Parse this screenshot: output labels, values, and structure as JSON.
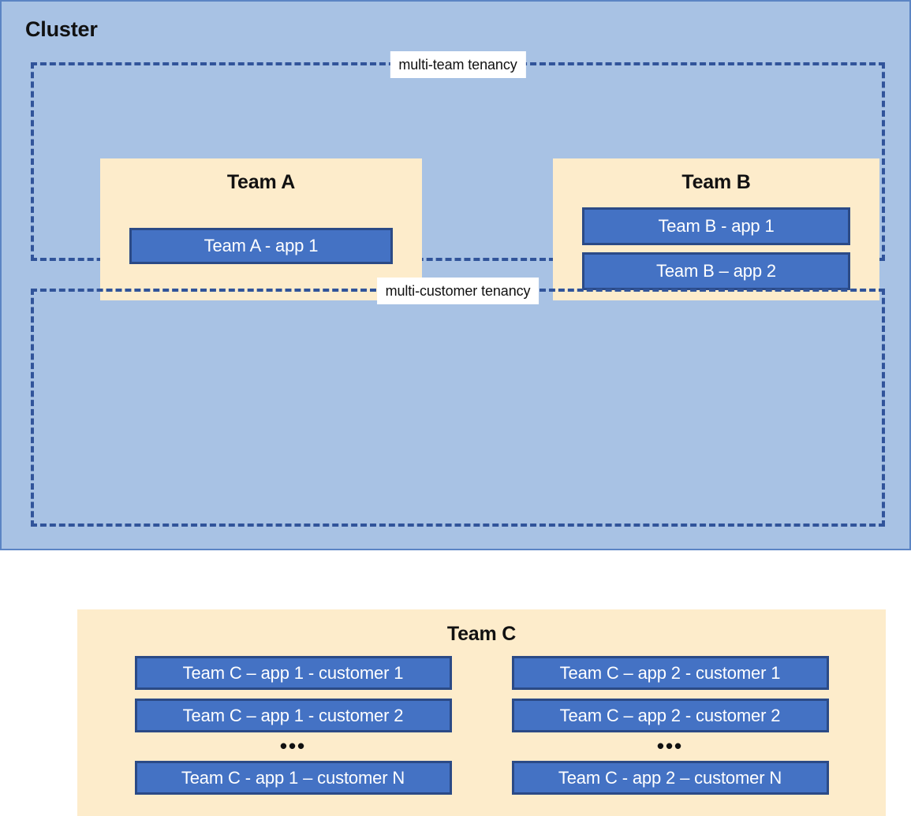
{
  "cluster": {
    "title": "Cluster"
  },
  "tenancies": [
    {
      "id": "multi-team",
      "label": "multi-team tenancy",
      "teams": [
        {
          "id": "team-a",
          "title": "Team A",
          "apps": [
            "Team A - app 1"
          ]
        },
        {
          "id": "team-b",
          "title": "Team B",
          "apps": [
            "Team B - app 1",
            "Team B – app 2"
          ]
        }
      ]
    },
    {
      "id": "multi-customer",
      "label": "multi-customer tenancy",
      "teams": [
        {
          "id": "team-c",
          "title": "Team C",
          "columns": [
            {
              "id": "app-1",
              "apps_top": [
                "Team C – app 1 - customer 1",
                "Team C – app 1 - customer 2"
              ],
              "ellipsis": "•••",
              "apps_bottom": [
                "Team C - app 1 – customer N"
              ]
            },
            {
              "id": "app-2",
              "apps_top": [
                "Team C – app 2 - customer 1",
                "Team C – app 2 - customer 2"
              ],
              "ellipsis": "•••",
              "apps_bottom": [
                "Team C - app 2 – customer N"
              ]
            }
          ]
        }
      ]
    }
  ],
  "colors": {
    "cluster_background": "#a8c2e4",
    "cluster_border": "#5b84c4",
    "tenancy_border": "#31549a",
    "team_background": "#fdeccb",
    "app_background": "#4472c4",
    "app_border": "#2b4a86",
    "app_text": "#ffffff",
    "label_background": "#ffffff",
    "text": "#111111"
  }
}
